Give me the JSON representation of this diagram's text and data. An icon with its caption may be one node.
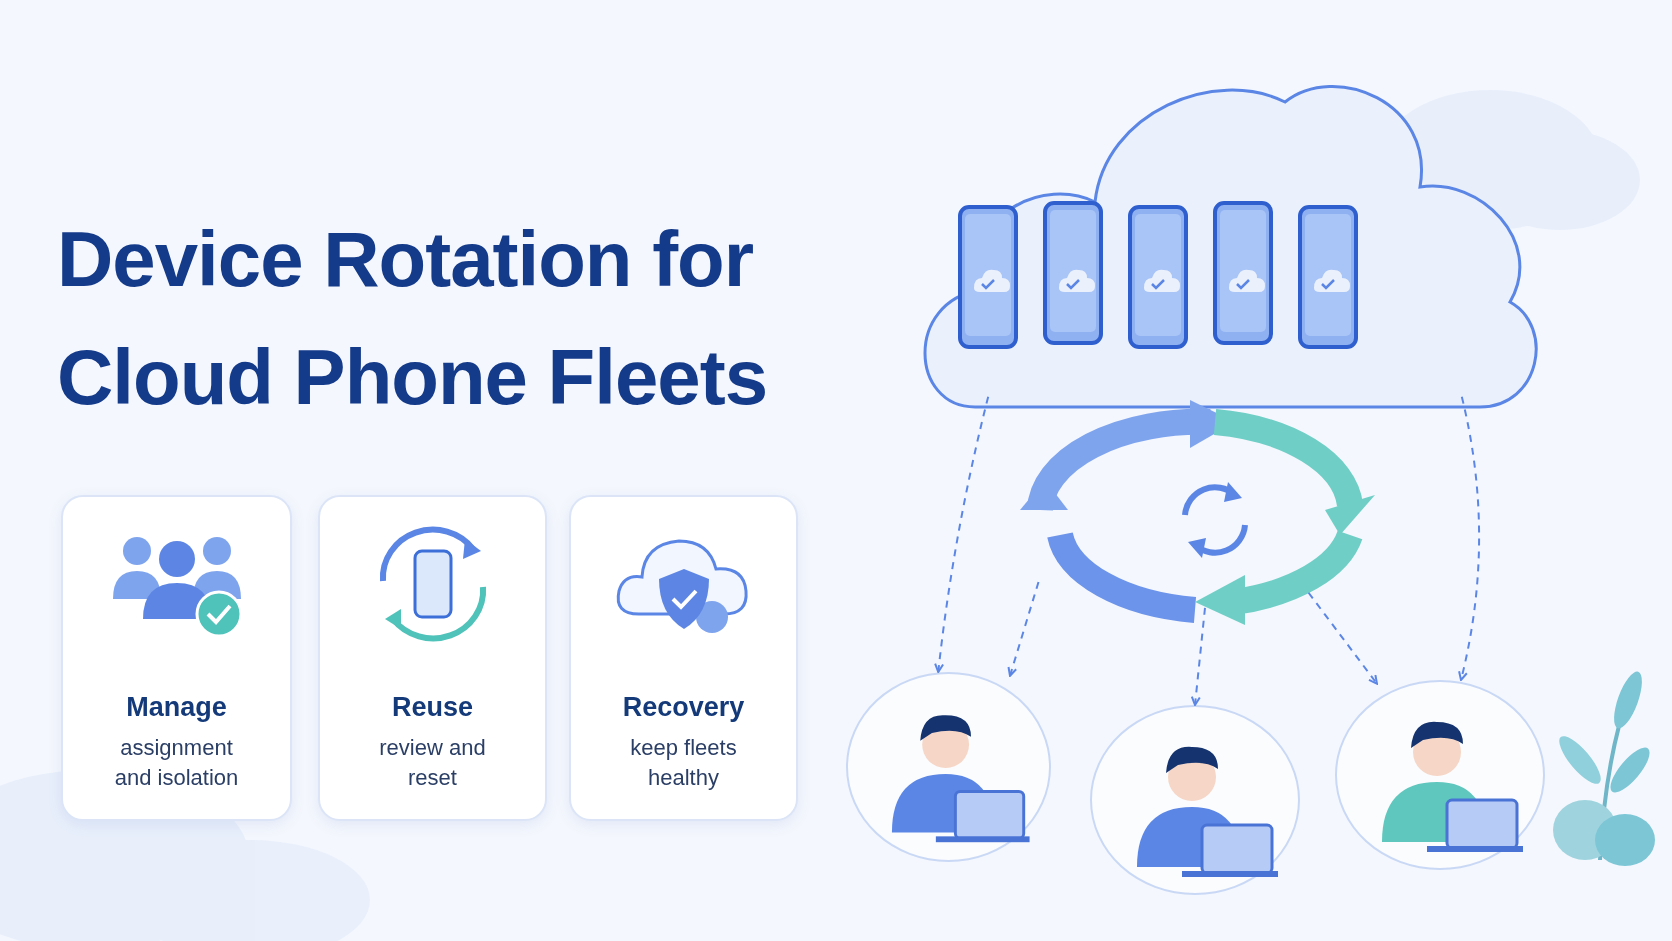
{
  "diagram": {
    "title": "Device Rotation for Cloud Phone Fleets",
    "nodes": [
      {
        "text": [],
        "shape": "cloud"
      },
      {
        "text": [],
        "shape": "picture"
      },
      {
        "text": [],
        "shape": "person"
      },
      {
        "text": [],
        "shape": "person"
      },
      {
        "text": [],
        "shape": "person"
      },
      {
        "text": [
          "Manage",
          "assignment and isolation"
        ]
      },
      {
        "text": [
          "Reuse",
          "review and reset"
        ]
      },
      {
        "text": [
          "Recovery",
          "keep fleets healthy"
        ]
      }
    ],
    "edges": [
      {
        "from": 0,
        "to": 2,
        "arrow": "to",
        "style": "dashed"
      },
      {
        "from": 1,
        "to": 2,
        "arrow": "to",
        "style": "dashed"
      },
      {
        "from": 1,
        "to": 3,
        "arrow": "to",
        "style": "dashed"
      },
      {
        "from": 1,
        "to": 4,
        "arrow": "to",
        "style": "dashed"
      },
      {
        "from": 0,
        "to": 4,
        "arrow": "to",
        "style": "dashed"
      }
    ]
  }
}
